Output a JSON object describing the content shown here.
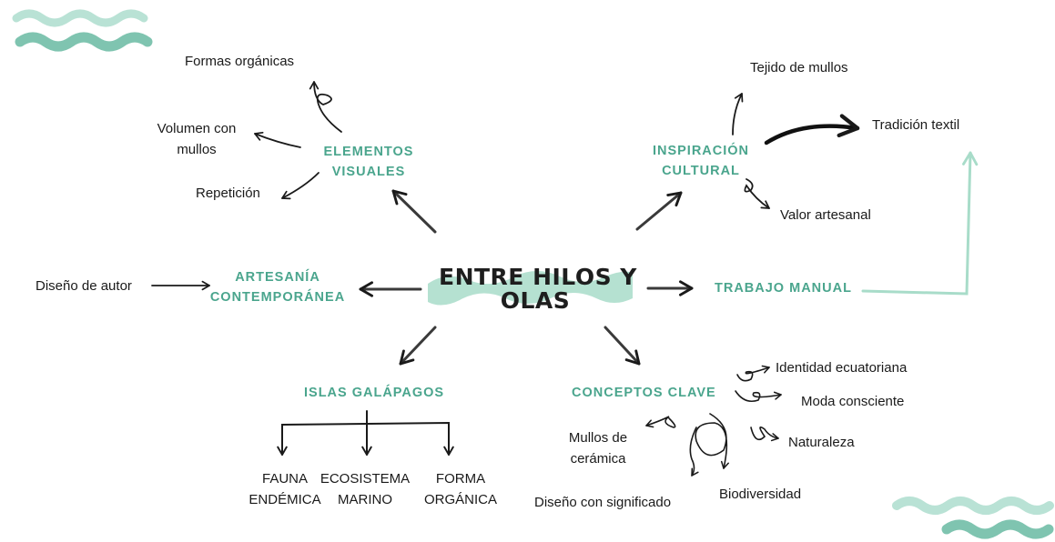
{
  "colors": {
    "accent": "#4aa58d",
    "wave": "#9fd5c5",
    "wave_dark": "#7fc4b0",
    "ink": "#1a1a1a"
  },
  "center": {
    "line1": "ENTRE HILOS Y",
    "line2": "OLAS"
  },
  "branches": {
    "elementos": {
      "line1": "ELEMENTOS",
      "line2": "VISUALES",
      "items": {
        "formas": "Formas orgánicas",
        "volumen1": "Volumen con",
        "volumen2": "mullos",
        "repeticion": "Repetición"
      }
    },
    "inspiracion": {
      "line1": "INSPIRACIÓN",
      "line2": "CULTURAL",
      "items": {
        "tejido": "Tejido de mullos",
        "tradicion": "Tradición textil",
        "valor": "Valor artesanal"
      }
    },
    "artesania": {
      "line1": "ARTESANÍA",
      "line2": "CONTEMPORÁNEA",
      "items": {
        "diseno_autor": "Diseño de autor"
      }
    },
    "trabajo": {
      "label": "TRABAJO MANUAL"
    },
    "islas": {
      "label": "ISLAS GALÁPAGOS",
      "items": {
        "fauna1": "FAUNA",
        "fauna2": "ENDÉMICA",
        "eco1": "ECOSISTEMA",
        "eco2": "MARINO",
        "forma1": "FORMA",
        "forma2": "ORGÁNICA"
      }
    },
    "conceptos": {
      "label": "CONCEPTOS CLAVE",
      "items": {
        "identidad": "Identidad ecuatoriana",
        "moda": "Moda consciente",
        "naturaleza": "Naturaleza",
        "mullos1": "Mullos de",
        "mullos2": "cerámica",
        "diseno_sig": "Diseño con significado",
        "biodiversidad": "Biodiversidad"
      }
    }
  }
}
